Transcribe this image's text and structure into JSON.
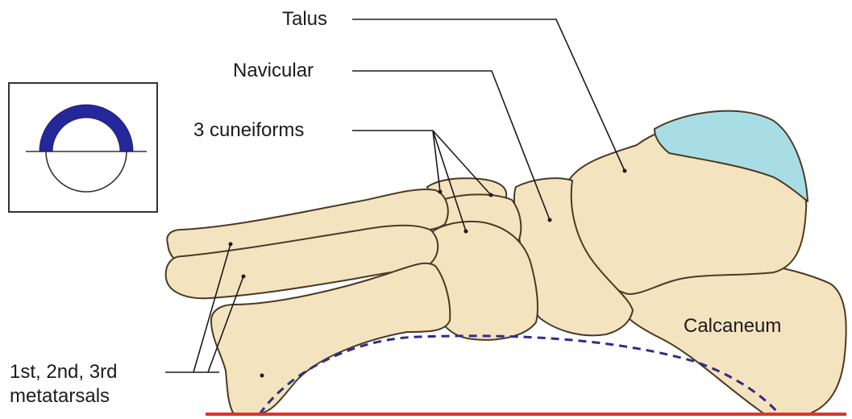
{
  "labels": {
    "talus": "Talus",
    "navicular": "Navicular",
    "cuneiforms": "3 cuneiforms",
    "metatarsals": "1st, 2nd, 3rd\nmetatarsals",
    "calcaneum": "Calcaneum"
  },
  "colors": {
    "bone_fill": "#f4e3bf",
    "bone_stroke": "#4a3a24",
    "cartilage": "#a9dde6",
    "arch_dash": "#2b2f86",
    "ground": "#e0332b",
    "inset_arch": "#25279a",
    "leader": "#1b1b1b"
  },
  "inset": {
    "icon": "arch-semicircle-icon"
  }
}
